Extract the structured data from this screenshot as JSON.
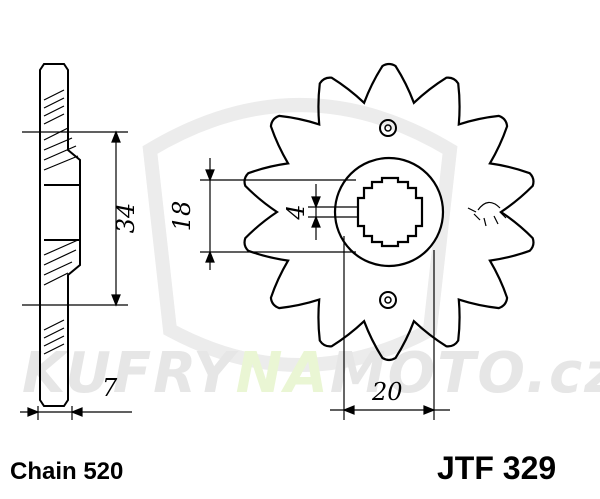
{
  "dimensions": {
    "height_34": "34",
    "width_7": "7",
    "bore_18": "18",
    "key_4": "4",
    "width_20": "20"
  },
  "footer": {
    "chain": "Chain 520",
    "part_number": "JTF 329"
  },
  "watermark": {
    "part1": "KUFRY",
    "part2": "NA",
    "part3": "MOTO",
    "suffix": ".cz",
    "colors": {
      "gray": "#e6e6e6",
      "green": "#eaf6d4"
    }
  },
  "colors": {
    "ink": "#000000",
    "background": "#ffffff"
  }
}
